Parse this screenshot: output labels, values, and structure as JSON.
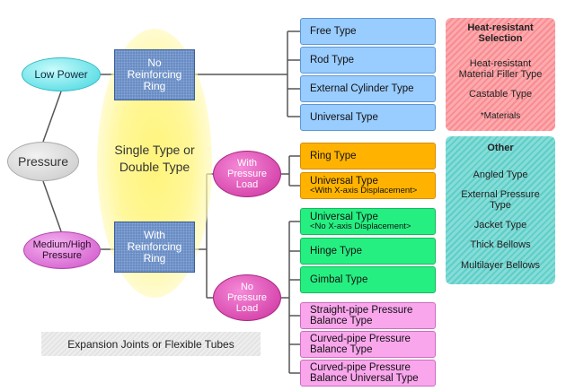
{
  "diagram": {
    "root": "Pressure",
    "low_power": "Low Power",
    "medium_high": "Medium/High\nPressure",
    "no_reinforcing": "No\nReinforcing\nRing",
    "with_reinforcing": "With\nReinforcing\nRing",
    "glow_label": "Single Type or\nDouble Type",
    "with_pressure_load": "With\nPressure\nLoad",
    "no_pressure_load": "No\nPressure\nLoad",
    "blue_types": [
      "Free Type",
      "Rod Type",
      "External Cylinder Type",
      "Universal Type"
    ],
    "orange_types": [
      {
        "main": "Ring Type",
        "sub": ""
      },
      {
        "main": "Universal Type",
        "sub": "<With X-axis Displacement>"
      }
    ],
    "green_types": [
      {
        "main": "Universal Type",
        "sub": "<No X-axis Displacement>"
      },
      {
        "main": "Hinge Type",
        "sub": ""
      },
      {
        "main": "Gimbal Type",
        "sub": ""
      }
    ],
    "pink_types": [
      "Straight-pipe Pressure\nBalance Type",
      "Curved-pipe Pressure\nBalance Type",
      "Curved-pipe Pressure\nBalance Universal Type"
    ],
    "caption": "Expansion Joints or Flexible Tubes"
  },
  "heat_panel": {
    "title": "Heat-resistant\nSelection",
    "items": [
      "Heat-resistant\nMaterial Filler Type",
      "Castable Type",
      "*Materials"
    ]
  },
  "other_panel": {
    "title": "Other",
    "items": [
      "Angled Type",
      "External Pressure\nType",
      "Jacket Type",
      "Thick Bellows",
      "Multilayer Bellows"
    ]
  },
  "colors": {
    "line": "#555555",
    "blue_box": "#99ccff",
    "orange_box": "#ffb300",
    "green_box": "#26ef82",
    "pink_box": "#f9a6ec",
    "ring_box": "#5f86c2"
  }
}
